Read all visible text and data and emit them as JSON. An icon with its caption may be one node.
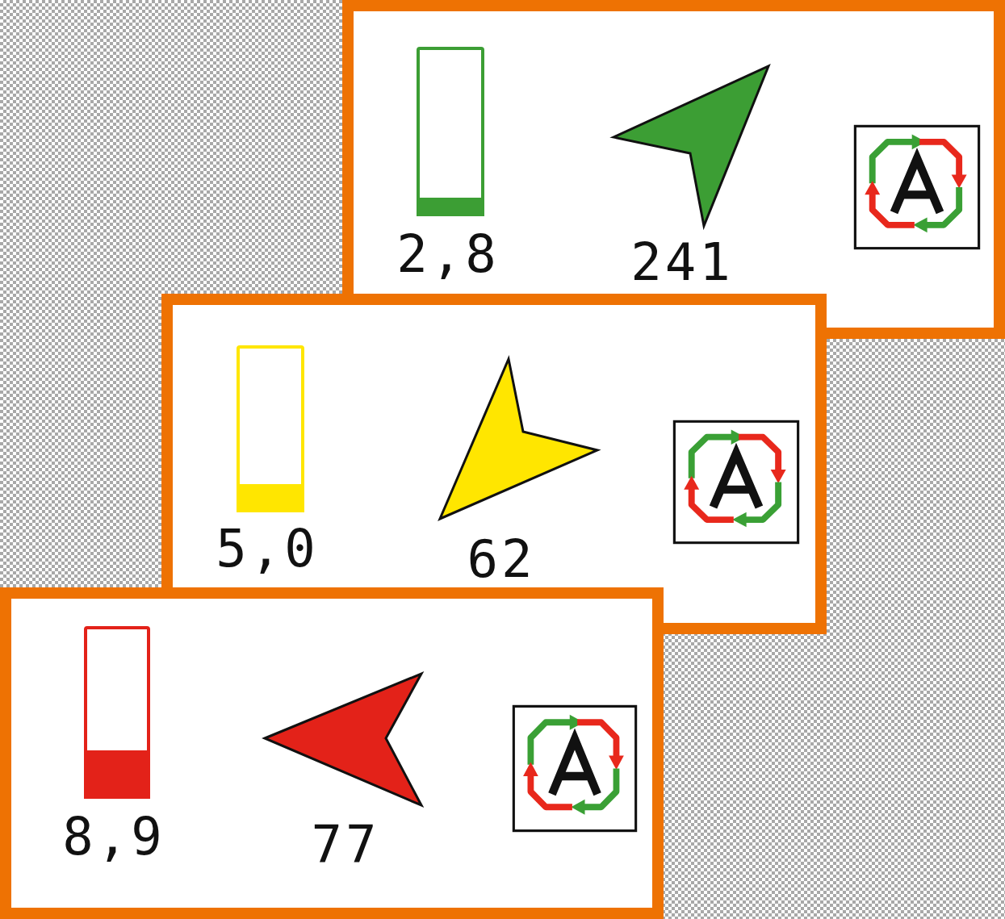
{
  "diagram": {
    "nodes": [
      {
        "text": [
          "2,8",
          "241"
        ]
      },
      {
        "text": [
          "5,0",
          "62"
        ]
      },
      {
        "text": [
          "8,9",
          "77"
        ]
      }
    ]
  }
}
